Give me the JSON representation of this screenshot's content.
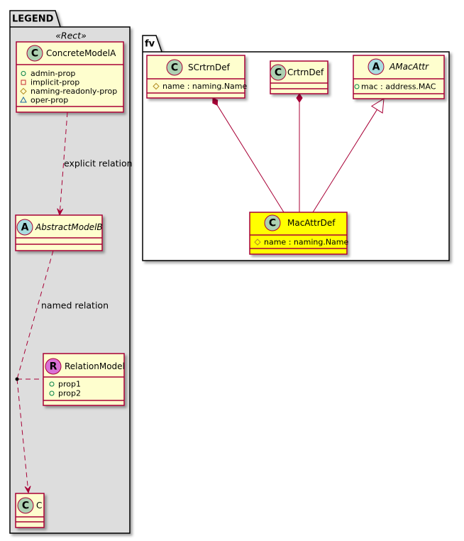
{
  "colors": {
    "border": "#A80036",
    "class_fill": "#FEFECE",
    "highlight_fill": "#FFFF00",
    "legend_background": "#DDDDDD",
    "package_background": "#FFFFFF",
    "badge_class": "#ADD1B2",
    "badge_abstract": "#A9DCDF",
    "badge_relation": "#DA70D6",
    "visibility_public": "#038048",
    "visibility_private": "#C82930",
    "visibility_protected": "#B38D22",
    "visibility_package": "#1963A0"
  },
  "legend": {
    "title": "LEGEND",
    "stereotype": "«Rect»",
    "concrete_model_a": {
      "badge": "C",
      "name": "ConcreteModelA",
      "attributes": [
        {
          "visibility": "public",
          "text": "admin-prop"
        },
        {
          "visibility": "private",
          "text": "implicit-prop"
        },
        {
          "visibility": "protected",
          "text": "naming-readonly-prop"
        },
        {
          "visibility": "package",
          "text": "oper-prop"
        }
      ]
    },
    "abstract_model_b": {
      "badge": "A",
      "name": "AbstractModelB",
      "abstract": true,
      "attributes": []
    },
    "relation_model": {
      "badge": "R",
      "name": "RelationModel",
      "attributes": [
        {
          "visibility": "public",
          "text": "prop1"
        },
        {
          "visibility": "public",
          "text": "prop2"
        }
      ]
    },
    "class_c": {
      "badge": "C",
      "name": "C",
      "attributes": []
    },
    "relations": [
      {
        "label": "explicit relation",
        "from": "ConcreteModelA",
        "to": "AbstractModelB",
        "type": "dependency"
      },
      {
        "label": "named relation",
        "from": "AbstractModelB",
        "to": "C",
        "association_class": "RelationModel",
        "type": "dependency"
      }
    ]
  },
  "package_fv": {
    "title": "fv",
    "scrtrn_def": {
      "badge": "C",
      "name": "SCrtrnDef",
      "attributes": [
        {
          "visibility": "protected",
          "text": "name : naming.Name"
        }
      ]
    },
    "crtrn_def": {
      "badge": "C",
      "name": "CrtrnDef",
      "attributes": []
    },
    "amac_attr": {
      "badge": "A",
      "name": "AMacAttr",
      "abstract": true,
      "attributes": [
        {
          "visibility": "public",
          "text": "mac : address.MAC"
        }
      ]
    },
    "mac_attr_def": {
      "badge": "C",
      "name": "MacAttrDef",
      "highlighted": true,
      "attributes": [
        {
          "visibility": "protected",
          "text": "name : naming.Name"
        }
      ]
    },
    "relations": [
      {
        "from": "SCrtrnDef",
        "to": "MacAttrDef",
        "type": "composition"
      },
      {
        "from": "CrtrnDef",
        "to": "MacAttrDef",
        "type": "composition"
      },
      {
        "from": "AMacAttr",
        "to": "MacAttrDef",
        "type": "inheritance"
      }
    ]
  }
}
